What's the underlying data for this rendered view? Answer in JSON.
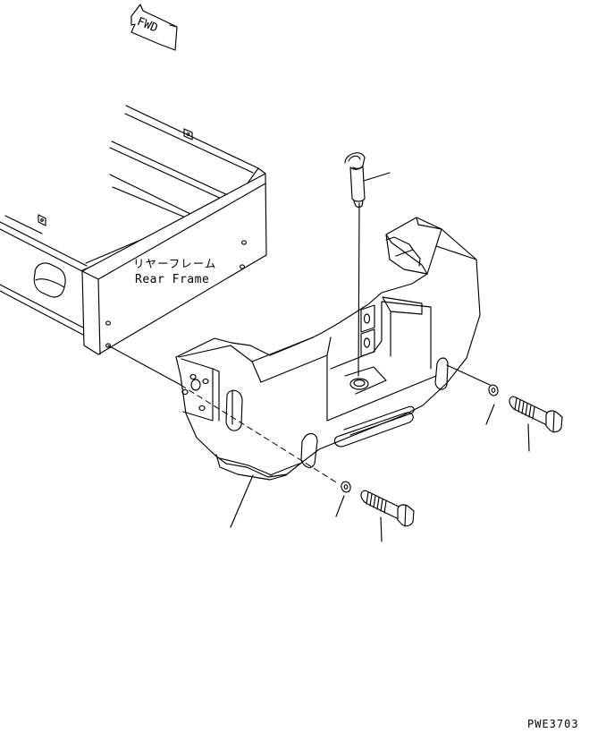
{
  "figure": {
    "fwd_arrow_text": "FWD",
    "rear_frame_label_jp": "リヤーフレーム",
    "rear_frame_label_en": "Rear Frame",
    "drawing_code": "PWE3703"
  }
}
